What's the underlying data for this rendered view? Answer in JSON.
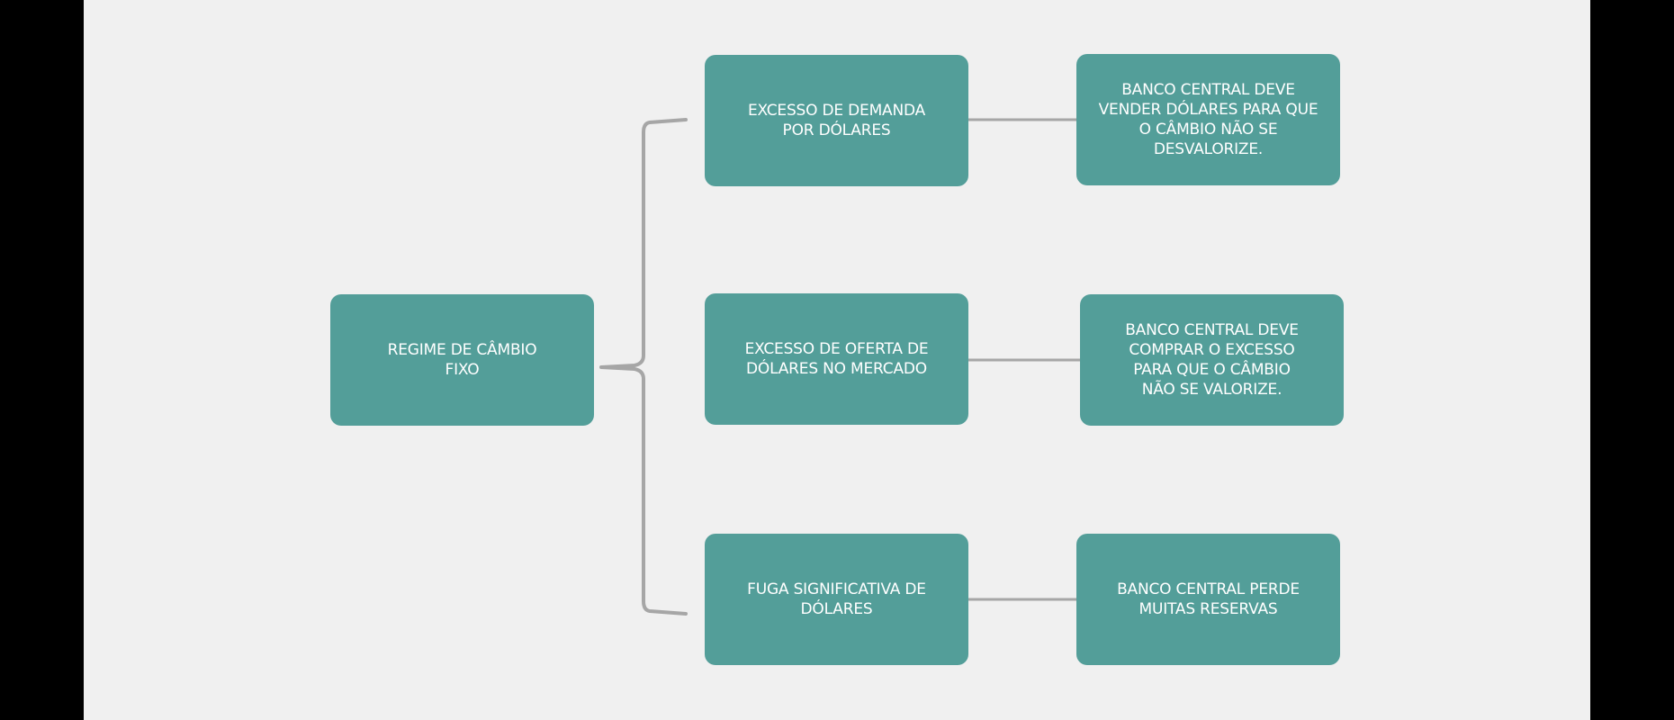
{
  "diagram": {
    "root": {
      "label": "REGIME DE CÂMBIO\nFIXO"
    },
    "branches": [
      {
        "cause": "EXCESSO DE DEMANDA\nPOR DÓLARES",
        "effect": "BANCO CENTRAL DEVE\nVENDER DÓLARES PARA QUE\nO CÂMBIO NÃO SE\nDESVALORIZE."
      },
      {
        "cause": "EXCESSO DE OFERTA DE\nDÓLARES NO MERCADO",
        "effect": "BANCO CENTRAL DEVE\nCOMPRAR O EXCESSO\nPARA QUE O CÂMBIO\nNÃO SE VALORIZE."
      },
      {
        "cause": "FUGA SIGNIFICATIVA DE\nDÓLARES",
        "effect": "BANCO CENTRAL PERDE\nMUITAS RESERVAS"
      }
    ]
  },
  "colors": {
    "box_fill": "#539e99",
    "box_text": "#ffffff",
    "connector": "#a6a6a6",
    "background": "#f0f0f0"
  }
}
